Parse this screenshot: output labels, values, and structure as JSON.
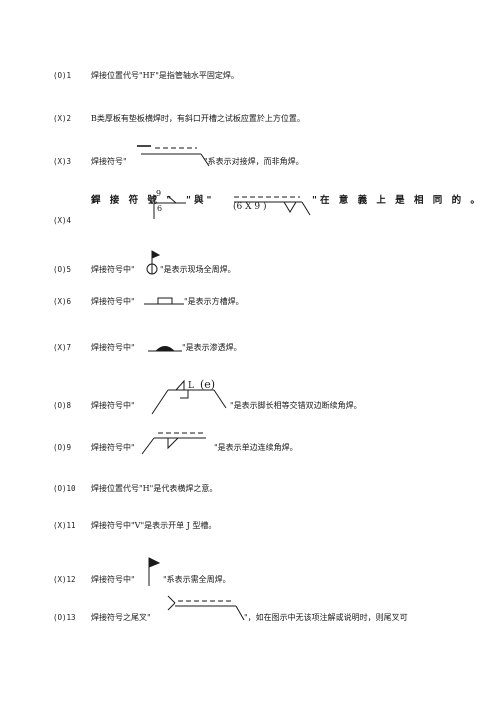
{
  "items": [
    {
      "no": "(O)1",
      "text": "焊接位置代号\"HF\"是指管轴水平固定焊。"
    },
    {
      "no": "(X)2",
      "text": "B类厚板有垫板横焊时，有斜口开槽之试板应置於上方位置。"
    },
    {
      "no": "(X)3",
      "pre": "焊接符号\"",
      "post": "\"系表示对接焊，而非角焊。"
    },
    {
      "no": "(X)4",
      "pre": "銲 接 符 號 \"",
      "mid": "\"與\"",
      "post": "\"在 意 義 上 是 相 同 的 。",
      "s1_top": "9",
      "s1_bot": "6",
      "s2_label": "(6 X 9 )"
    },
    {
      "no": "(O)5",
      "pre": "焊接符号中\"",
      "post": "\"是表示现场全周焊。"
    },
    {
      "no": "(X)6",
      "pre": "焊接符号中\"",
      "post": "\"是表示方槽焊。"
    },
    {
      "no": "(X)7",
      "pre": "焊接符号中\"",
      "post": "\"是表示渗透焊。"
    },
    {
      "no": "(O)8",
      "pre": "焊接符号中\"",
      "post": "\"是表示脚长相等交错双边断续角焊。",
      "s_label": "L",
      "s_label2": "(e)"
    },
    {
      "no": "(O)9",
      "pre": "焊接符号中\"",
      "post": "\"是表示单边连续角焊。"
    },
    {
      "no": "(O)10",
      "text": "焊接位置代号\"H\"是代表横焊之意。"
    },
    {
      "no": "(X)11",
      "text": "焊接符号中\"V\"是表示开单 J 型槽。"
    },
    {
      "no": "(X)12",
      "pre": "焊接符号中\"",
      "post": "\"系表示需全周焊。"
    },
    {
      "no": "(O)13",
      "pre": "焊接符号之尾叉\"",
      "post": "\"，如在图示中无该项注解或说明时，则尾叉可"
    }
  ]
}
